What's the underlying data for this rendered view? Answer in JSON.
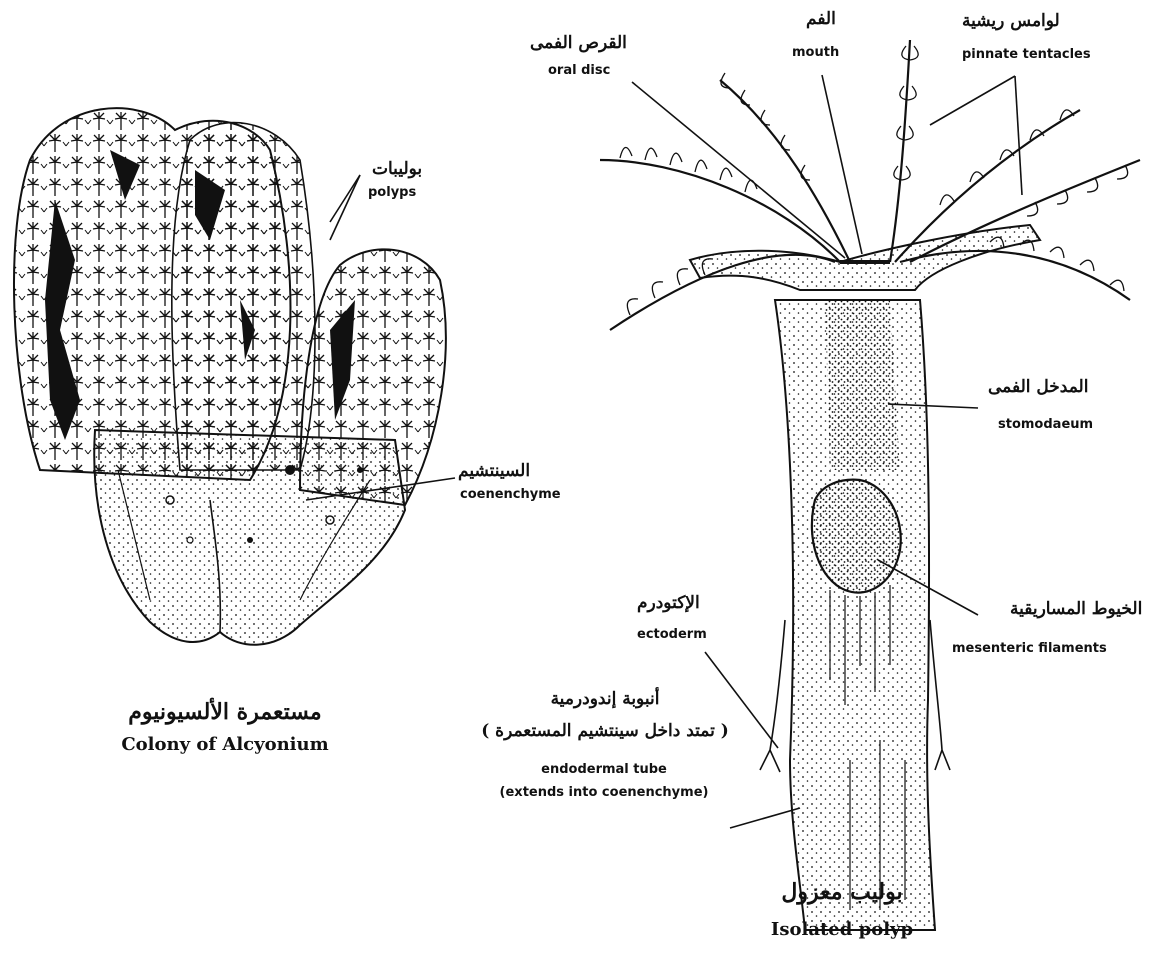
{
  "colony": {
    "labels": {
      "polyps": {
        "ar": "بوليبات",
        "en": "polyps"
      },
      "coenenchyme": {
        "ar": "السينتشيم",
        "en": "coenenchyme"
      }
    },
    "caption": {
      "ar": "مستعمرة الألسيونيوم",
      "en": "Colony of Alcyonium"
    }
  },
  "polyp": {
    "labels": {
      "oral_disc": {
        "ar": "القرص الفمى",
        "en": "oral disc"
      },
      "mouth": {
        "ar": "الفم",
        "en": "mouth"
      },
      "pinnate_tentacles": {
        "ar": "لوامس ريشية",
        "en": "pinnate tentacles"
      },
      "stomodaeum": {
        "ar": "المدخل الفمى",
        "en": "stomodaeum"
      },
      "mesenteric_filaments": {
        "ar": "الخيوط المساريقية",
        "en": "mesenteric filaments"
      },
      "ectoderm": {
        "ar": "الإكتودرم",
        "en": "ectoderm"
      },
      "endodermal_tube": {
        "ar_line1": "أنبوبة إندودرمية",
        "ar_line2": "( تمتد داخل سينتشيم المستعمرة )",
        "en_line1": "endodermal tube",
        "en_line2": "(extends into coenenchyme)"
      }
    },
    "caption": {
      "ar": "بوليب معزول",
      "en": "Isolated polyp"
    }
  },
  "style": {
    "ink": "#111111",
    "background": "#ffffff"
  }
}
